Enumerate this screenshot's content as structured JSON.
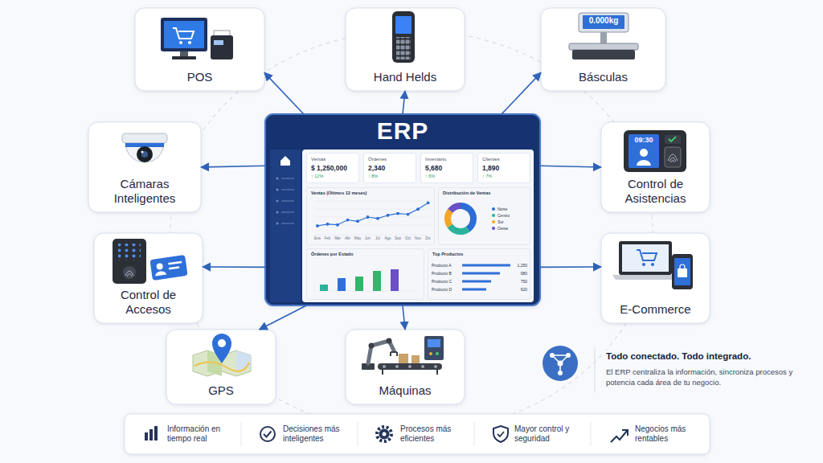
{
  "diagram": {
    "nodes": [
      {
        "text": [
          "POS"
        ]
      },
      {
        "text": [
          "Hand Helds"
        ]
      },
      {
        "text": [
          "Básculas"
        ]
      },
      {
        "text": [
          "Cámaras Inteligentes"
        ]
      },
      {
        "text": [
          "ERP"
        ]
      },
      {
        "text": [
          "Ventas",
          "$ 1,250,000",
          "↑ 12%"
        ],
        "in": 4
      },
      {
        "text": [
          "Órdenes",
          "2,340",
          "↑ 8%"
        ],
        "in": 4
      },
      {
        "text": [
          "Inventario",
          "5,680",
          "↑ 6%"
        ],
        "in": 4
      },
      {
        "text": [
          "Clientes",
          "1,890",
          "↑ 7%"
        ],
        "in": 4
      },
      {
        "text": [
          "Ventas (Últimos 12 meses)"
        ],
        "in": 4
      },
      {
        "text": [
          "Distribución de Ventas"
        ],
        "in": 4
      },
      {
        "text": [
          "Órdenes por Estado"
        ],
        "in": 4
      },
      {
        "text": [
          "Top Productos"
        ],
        "in": 4
      },
      {
        "text": [
          "Control de Asistencias"
        ]
      },
      {
        "text": [
          "Control de Accesos"
        ]
      },
      {
        "text": [
          "E-Commerce"
        ]
      },
      {
        "text": [
          "GPS"
        ]
      },
      {
        "text": [
          "Máquinas"
        ]
      },
      {
        "text": [
          "Información en tiempo real",
          "Decisiones más inteligentes",
          "Procesos más eficientes",
          "Mayor control y seguridad",
          "Negocios más rentables"
        ]
      }
    ],
    "edges": [
      {
        "from": 4,
        "to": 0,
        "arrow": "to"
      },
      {
        "from": 4,
        "to": 1,
        "arrow": "to"
      },
      {
        "from": 4,
        "to": 2,
        "arrow": "to"
      },
      {
        "from": 4,
        "to": 3,
        "arrow": "to"
      },
      {
        "from": 4,
        "to": 13,
        "arrow": "to"
      },
      {
        "from": 4,
        "to": 14,
        "arrow": "to"
      },
      {
        "from": 4,
        "to": 15,
        "arrow": "to"
      },
      {
        "from": 4,
        "to": 16,
        "arrow": "to"
      },
      {
        "from": 4,
        "to": 17,
        "arrow": "to"
      }
    ],
    "labels": [
      "0.000kg",
      "09:30",
      "Ene",
      "Feb",
      "Mar",
      "Abr",
      "May",
      "Jun",
      "Jul",
      "Ago",
      "Sep",
      "Oct",
      "Nov",
      "Dic",
      "Producto A",
      "1,250",
      "Producto B",
      "980",
      "Producto C",
      "750",
      "Producto D",
      "620",
      "Todo conectado. Todo integrado.",
      "El ERP centraliza la información, sincroniza procesos y potencia cada área de tu negocio."
    ],
    "legend": [
      {
        "text": "Norte",
        "color": "#2b6cd6"
      },
      {
        "text": "Centro",
        "color": "#2bb39a"
      },
      {
        "text": "Sur",
        "color": "#f5a623"
      },
      {
        "text": "Oeste",
        "color": "#6a4fc9"
      }
    ]
  }
}
